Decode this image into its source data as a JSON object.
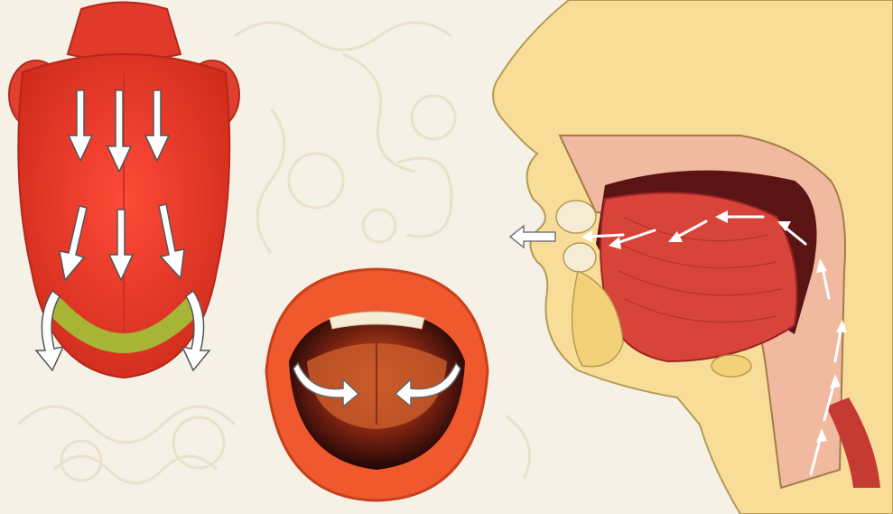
{
  "colors": {
    "background": "#f6f1e6",
    "background_swirl": "#ece3cf",
    "tongue_red": "#ee3b2b",
    "tongue_dark": "#c92a1d",
    "tip_band": "#a8b436",
    "lip_orange": "#f0582e",
    "lip_dark": "#d8401c",
    "mouth_cavity": "#1e0606",
    "teeth": "#f5ecd6",
    "skin": "#f7dd98",
    "skin_outline": "#b79a55",
    "muscle": "#d9443a",
    "muscle_dark": "#9a2424",
    "arrow_white": "#ffffff",
    "arrow_outline": "#6a6a6a"
  },
  "panels": [
    {
      "id": "tongue-top-view",
      "arrow_count": 8,
      "arrow_style": "white-with-dark-outline"
    },
    {
      "id": "open-mouth-front-view",
      "arrow_count": 2,
      "arrow_style": "curved-white"
    },
    {
      "id": "head-sagittal-section",
      "arrow_count": 10,
      "arrow_style": "white-airflow"
    }
  ],
  "icons": [
    "down-arrow-icon",
    "curved-arrow-icon",
    "airflow-arrow-icon",
    "outflow-arrow-icon"
  ]
}
